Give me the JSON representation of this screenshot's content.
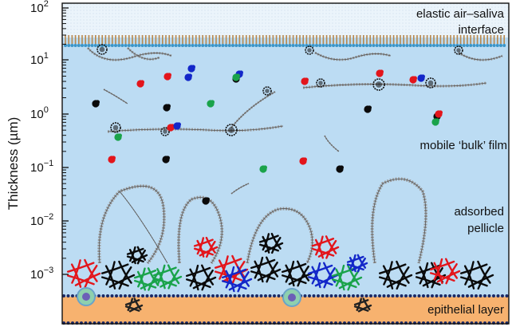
{
  "axis": {
    "title": "Thickness (µm)",
    "scale": "log",
    "ticks": [
      {
        "base": "10",
        "exp": "2"
      },
      {
        "base": "10",
        "exp": "1"
      },
      {
        "base": "10",
        "exp": "0"
      },
      {
        "base": "10",
        "exp": "−1"
      },
      {
        "base": "10",
        "exp": "−2"
      },
      {
        "base": "10",
        "exp": "−3"
      }
    ]
  },
  "regions": {
    "interface": {
      "line1": "elastic air–saliva",
      "line2": "interface"
    },
    "bulk": {
      "line1": "mobile ‘bulk’ film"
    },
    "pellicle": {
      "line1": "adsorbed",
      "line2": "pellicle"
    },
    "epithelial": {
      "line1": "epithelial layer"
    }
  },
  "colors": {
    "air": "#ebf4fb",
    "film": "#bcdcf3",
    "epithelium": "#f7b26f",
    "lipid_head": "#3b95c8",
    "lipid_tail": "#b8884e",
    "cell_dot": "#1c2a66",
    "protein_red": "#e3151b",
    "protein_blue": "#1327c9",
    "protein_green": "#1aa34a",
    "protein_black": "#0a0a0a",
    "mucin_grey": "#9a9a9a"
  }
}
